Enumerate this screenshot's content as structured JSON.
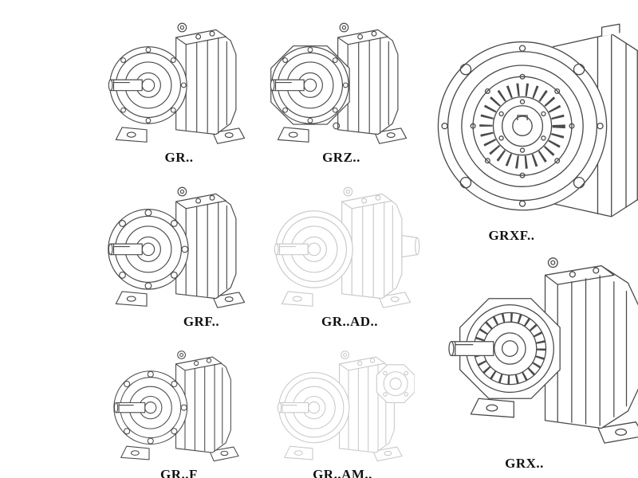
{
  "figures": [
    {
      "id": "gr",
      "label": "GR..",
      "style": "solid"
    },
    {
      "id": "grz",
      "label": "GRZ..",
      "style": "solid"
    },
    {
      "id": "grxf",
      "label": "GRXF..",
      "style": "solid"
    },
    {
      "id": "grf",
      "label": "GRF..",
      "style": "solid"
    },
    {
      "id": "gr-ad",
      "label": "GR..AD..",
      "style": "ghost"
    },
    {
      "id": "gr-f",
      "label": "GR..F",
      "style": "solid"
    },
    {
      "id": "gr-am",
      "label": "GR..AM..",
      "style": "ghost"
    },
    {
      "id": "grx",
      "label": "GRX..",
      "style": "solid"
    }
  ],
  "colors": {
    "line": "#4a4a4a",
    "ghost_line": "#c9c9c9",
    "background": "#ffffff",
    "label_text": "#111111"
  }
}
